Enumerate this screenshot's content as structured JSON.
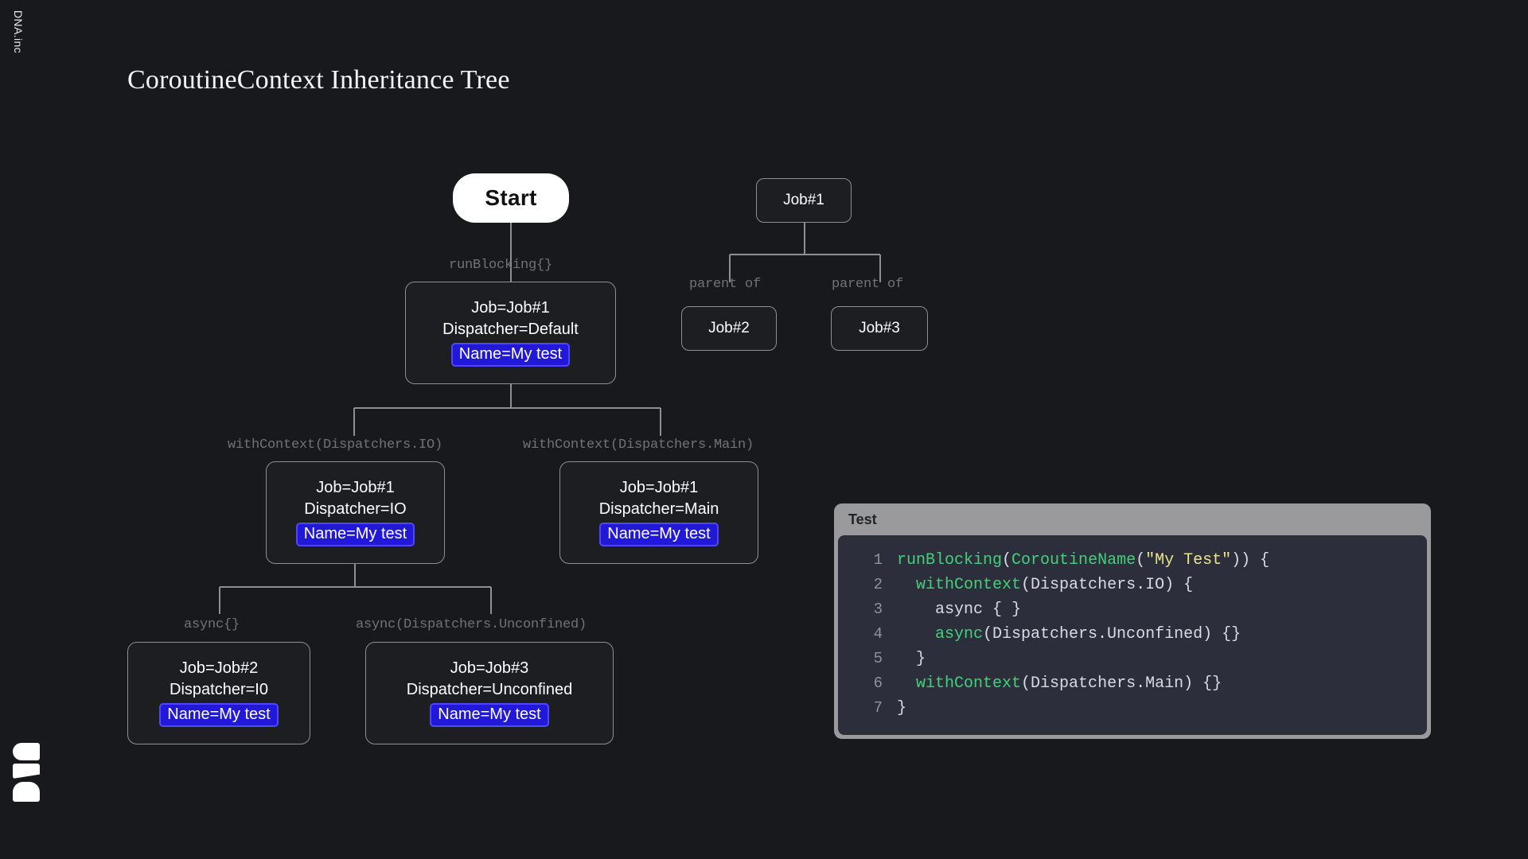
{
  "branding": {
    "vertical_text": "DNA.inc",
    "logo_name": "dna-logo"
  },
  "title": "CoroutineContext Inheritance Tree",
  "colors": {
    "background": "#17191c",
    "node_border": "#8b8f96",
    "node_fill": "#1c1e22",
    "badge_fill": "#2118d8",
    "badge_border": "#4f46ff",
    "edge_label": "#6f7479",
    "code_header": "#9a9a9c",
    "code_bg": "#2c2f3b",
    "code_keyword": "#42d17a",
    "code_string": "#ece48a",
    "code_plain": "#d8dce4"
  },
  "diagram": {
    "start_node": {
      "label": "Start"
    },
    "nodes": [
      {
        "id": "ctx-root",
        "lines": [
          "Job=Job#1",
          "Dispatcher=Default"
        ],
        "badge": "Name=My test"
      },
      {
        "id": "ctx-io",
        "lines": [
          "Job=Job#1",
          "Dispatcher=IO"
        ],
        "badge": "Name=My test"
      },
      {
        "id": "ctx-main",
        "lines": [
          "Job=Job#1",
          "Dispatcher=Main"
        ],
        "badge": "Name=My test"
      },
      {
        "id": "ctx-job2",
        "lines": [
          "Job=Job#2",
          "Dispatcher=I0"
        ],
        "badge": "Name=My test"
      },
      {
        "id": "ctx-job3",
        "lines": [
          "Job=Job#3",
          "Dispatcher=Unconfined"
        ],
        "badge": "Name=My test"
      }
    ],
    "job_nodes": [
      {
        "id": "job1",
        "label": "Job#1"
      },
      {
        "id": "job2",
        "label": "Job#2"
      },
      {
        "id": "job3",
        "label": "Job#3"
      }
    ],
    "edge_labels": [
      {
        "id": "e-runblocking",
        "text": "runBlocking{}"
      },
      {
        "id": "e-withcontext-io",
        "text": "withContext(Dispatchers.IO)"
      },
      {
        "id": "e-withcontext-main",
        "text": "withContext(Dispatchers.Main)"
      },
      {
        "id": "e-async",
        "text": "async{}"
      },
      {
        "id": "e-async-unconfined",
        "text": "async(Dispatchers.Unconfined)"
      },
      {
        "id": "e-parent-of-1",
        "text": "parent of"
      },
      {
        "id": "e-parent-of-2",
        "text": "parent of"
      }
    ]
  },
  "code_panel": {
    "tab_label": "Test",
    "lines": [
      {
        "number": "1",
        "tokens": [
          {
            "t": "runBlocking",
            "c": "fn"
          },
          {
            "t": "(",
            "c": "pl"
          },
          {
            "t": "CoroutineName",
            "c": "fn"
          },
          {
            "t": "(",
            "c": "pl"
          },
          {
            "t": "\"My Test\"",
            "c": "str"
          },
          {
            "t": ")) {",
            "c": "pl"
          }
        ]
      },
      {
        "number": "2",
        "tokens": [
          {
            "t": "  ",
            "c": "pl"
          },
          {
            "t": "withContext",
            "c": "fn"
          },
          {
            "t": "(Dispatchers.IO) {",
            "c": "pl"
          }
        ]
      },
      {
        "number": "3",
        "tokens": [
          {
            "t": "    async { }",
            "c": "pl"
          }
        ]
      },
      {
        "number": "4",
        "tokens": [
          {
            "t": "    ",
            "c": "pl"
          },
          {
            "t": "async",
            "c": "fn"
          },
          {
            "t": "(Dispatchers.Unconfined) {}",
            "c": "pl"
          }
        ]
      },
      {
        "number": "5",
        "tokens": [
          {
            "t": "  }",
            "c": "pl"
          }
        ]
      },
      {
        "number": "6",
        "tokens": [
          {
            "t": "  ",
            "c": "pl"
          },
          {
            "t": "withContext",
            "c": "fn"
          },
          {
            "t": "(Dispatchers.Main) {}",
            "c": "pl"
          }
        ]
      },
      {
        "number": "7",
        "tokens": [
          {
            "t": "}",
            "c": "pl"
          }
        ]
      }
    ]
  }
}
